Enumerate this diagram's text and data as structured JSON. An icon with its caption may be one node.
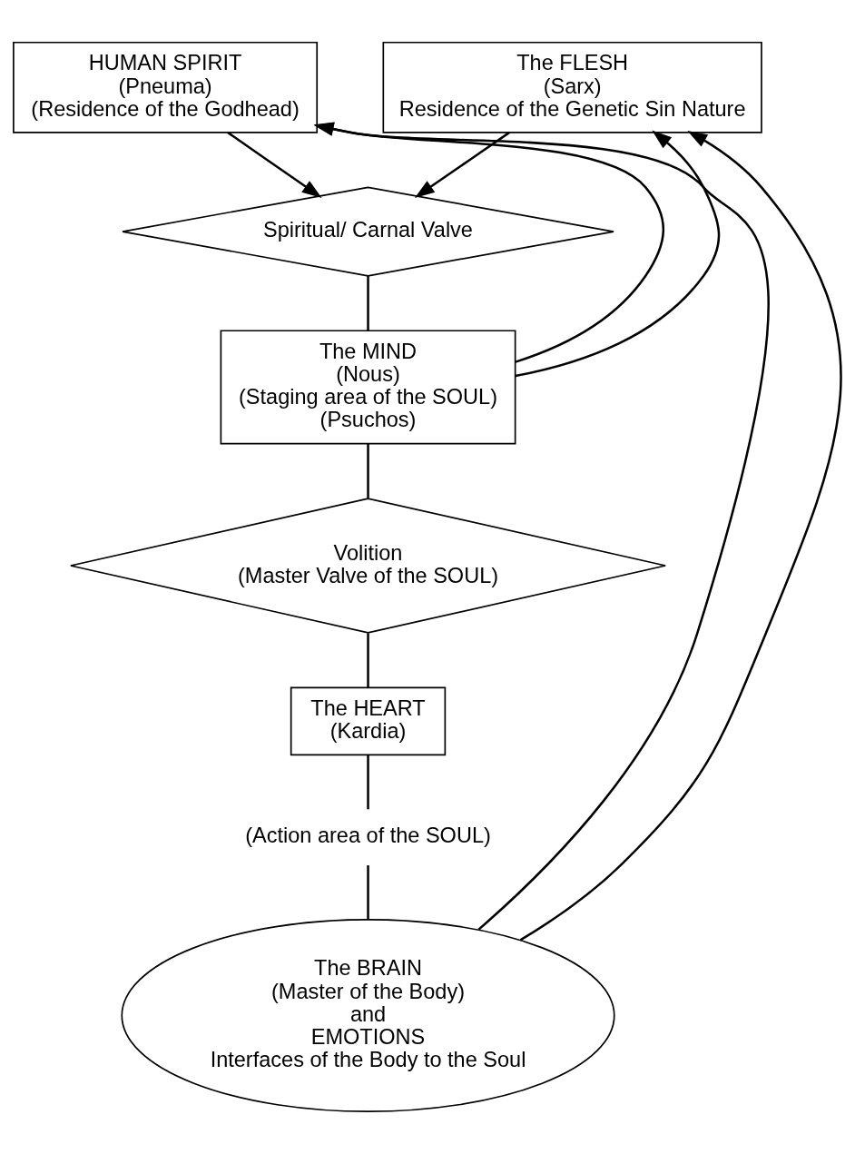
{
  "diagram": {
    "nodes": [
      {
        "text": [
          "HUMAN SPIRIT",
          "(Pneuma)",
          "(Residence of the Godhead)"
        ]
      },
      {
        "text": [
          "The FLESH",
          "(Sarx)",
          "Residence of the Genetic Sin Nature"
        ]
      },
      {
        "text": [
          "Spiritual/ Carnal Valve"
        ]
      },
      {
        "text": [
          "The MIND",
          "(Nous)",
          "(Staging area of the SOUL)",
          "(Psuchos)"
        ]
      },
      {
        "text": [
          "Volition",
          "(Master Valve of the SOUL)"
        ]
      },
      {
        "text": [
          "The HEART",
          "(Kardia)"
        ]
      },
      {
        "text": [
          "(Action area of the SOUL)"
        ]
      },
      {
        "text": [
          "The BRAIN",
          "(Master of the Body)",
          "and",
          "EMOTIONS",
          "Interfaces of the Body to the Soul"
        ]
      }
    ],
    "edges": [
      {
        "from": 0,
        "to": 2,
        "arrow": "to"
      },
      {
        "from": 1,
        "to": 2,
        "arrow": "to"
      },
      {
        "from": 2,
        "to": 3,
        "arrow": "none"
      },
      {
        "from": 3,
        "to": 0,
        "arrow": "to"
      },
      {
        "from": 3,
        "to": 1,
        "arrow": "to"
      },
      {
        "from": 3,
        "to": 4,
        "arrow": "none"
      },
      {
        "from": 4,
        "to": 5,
        "arrow": "none"
      },
      {
        "from": 5,
        "to": 6,
        "arrow": "none"
      },
      {
        "from": 6,
        "to": 7,
        "arrow": "none"
      },
      {
        "from": 7,
        "to": 0,
        "arrow": "to"
      },
      {
        "from": 7,
        "to": 1,
        "arrow": "to"
      }
    ]
  }
}
